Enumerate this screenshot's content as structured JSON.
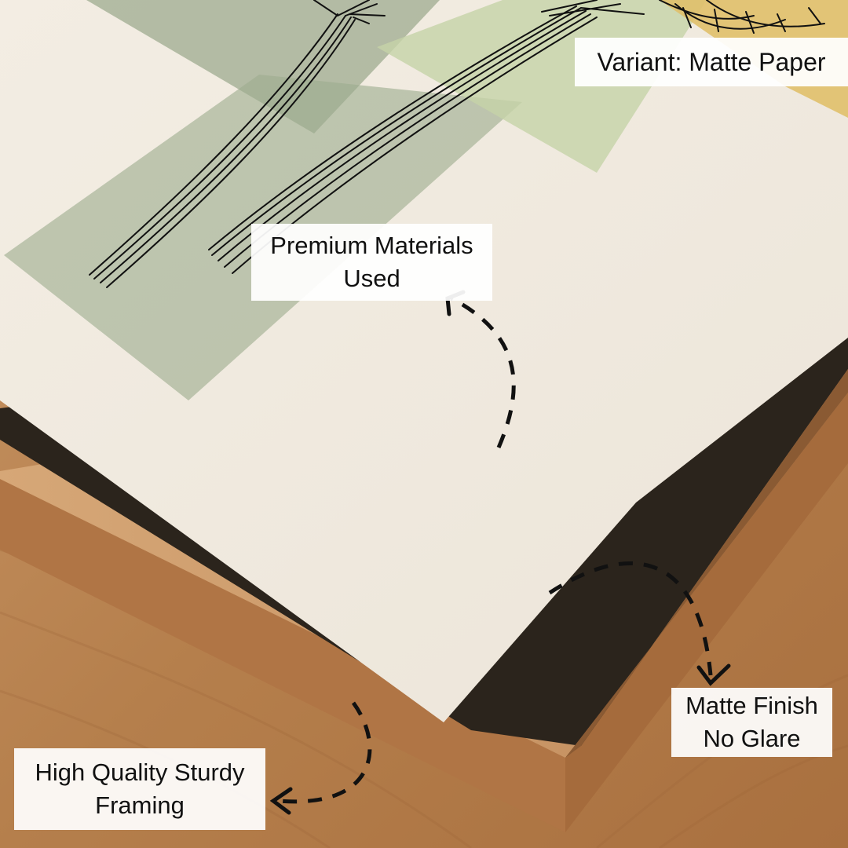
{
  "labels": {
    "variant": "Variant: Matte Paper",
    "premium": [
      "Premium Materials",
      "Used"
    ],
    "matte": [
      "Matte Finish",
      "No Glare"
    ],
    "framing": [
      "High Quality Sturdy",
      "Framing"
    ]
  },
  "colors": {
    "wood_floor": "#b9834f",
    "frame_wood": "#c69466",
    "paper": "#efe8dc",
    "sage": "#a9b59a",
    "light_green": "#c5d3a8",
    "mustard": "#e0c06a",
    "ink": "#111111"
  },
  "icons": [
    "dashed-curved-arrow-icon",
    "dashed-curved-arrow-icon",
    "dashed-curved-arrow-icon"
  ]
}
